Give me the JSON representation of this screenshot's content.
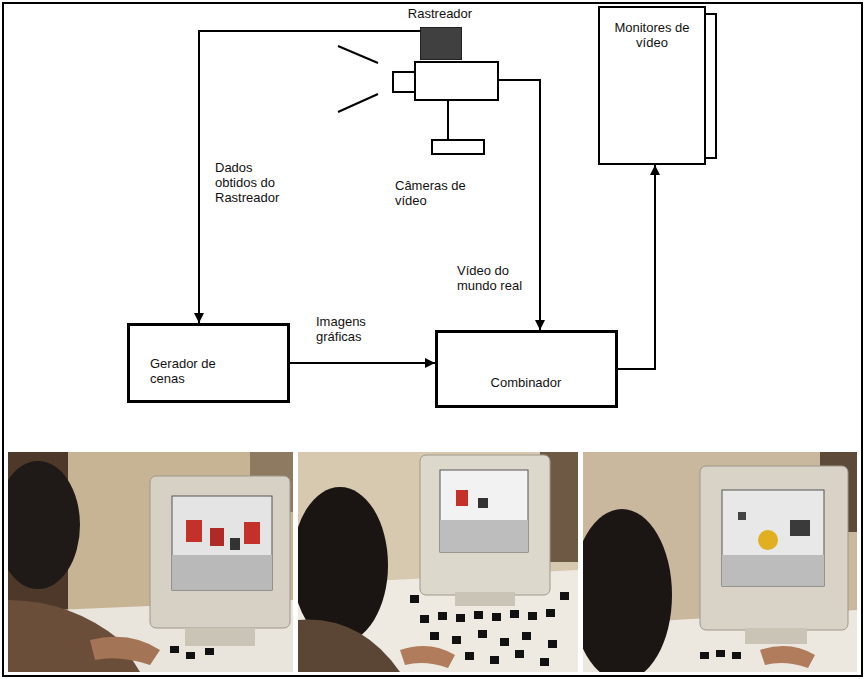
{
  "diagram": {
    "nodes": [
      {
        "text": [
          "Rastreador"
        ]
      },
      {
        "text": [
          "Câmeras de vídeo"
        ]
      },
      {
        "text": [
          "Monitores de vídeo"
        ]
      },
      {
        "text": [
          "Gerador de cenas"
        ]
      },
      {
        "text": [
          "Combinador"
        ]
      }
    ],
    "edges": [
      {
        "from": 0,
        "to": 3,
        "arrow": "to",
        "label": "Dados obtidos do Rastreador"
      },
      {
        "from": 1,
        "to": 4,
        "arrow": "to",
        "label": "Vídeo do mundo real"
      },
      {
        "from": 3,
        "to": 4,
        "arrow": "to",
        "label": "Imagens gráficas"
      },
      {
        "from": 4,
        "to": 2,
        "arrow": "to"
      }
    ]
  }
}
